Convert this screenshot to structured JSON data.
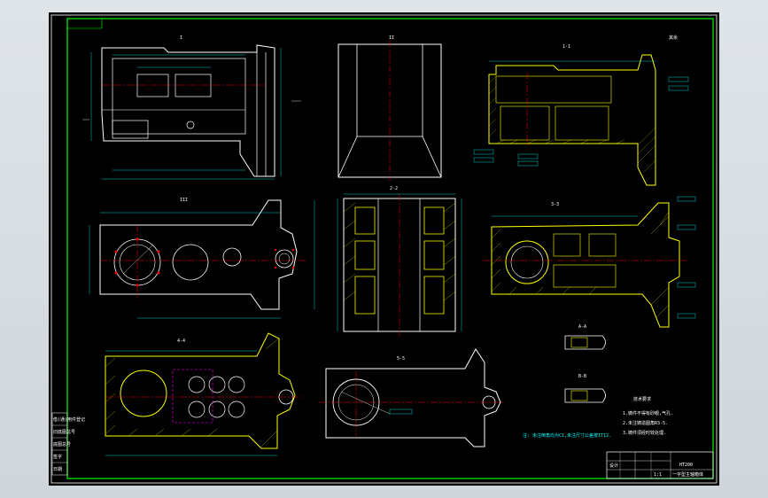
{
  "views": {
    "front": {
      "label": "I"
    },
    "side": {
      "label": "II"
    },
    "section_top_right": {
      "label": "1-1"
    },
    "plan": {
      "label": "III"
    },
    "section_middle": {
      "label": "2-2"
    },
    "section_mid_right": {
      "label": "3-3"
    },
    "section_bottom_left": {
      "label": "4-4"
    },
    "section_bottom_mid": {
      "label": "5-5"
    },
    "detail_a": {
      "label": "A-A"
    },
    "detail_b": {
      "label": "B-B"
    }
  },
  "roughness_note": "其余",
  "tech_requirements": {
    "title": "技术要求",
    "items": [
      "1.铸件不得有砂眼,气孔.",
      "2.未注铸造圆角R3-5.",
      "3.铸件须经时效处理."
    ]
  },
  "bottom_note": "注: 未注倒角均为C1,未注尺寸公差按IT12.",
  "title_block": {
    "material": "HT200",
    "part_name": "一字型主轴箱体",
    "drawn_label": "设计",
    "scale": "1:1"
  },
  "left_labels": [
    "借(通)用件登记",
    "旧底图总号",
    "底图总号",
    "签字",
    "日期"
  ],
  "colors": {
    "frame": "#00ff00",
    "lines": "#ffffff",
    "center": "#ff0000",
    "dims": "#00ffff",
    "hatch": "#ffff00",
    "hidden": "#ff00ff"
  }
}
